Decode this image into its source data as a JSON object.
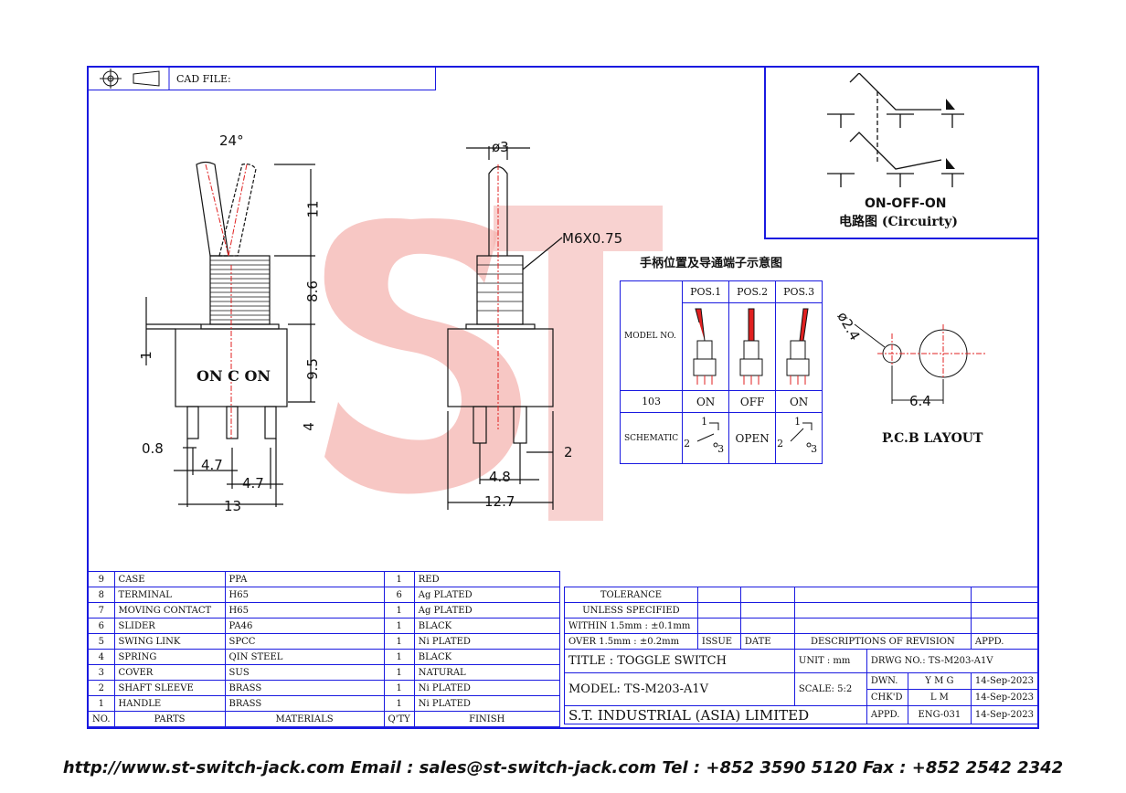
{
  "header": {
    "cad_label": "CAD FILE:"
  },
  "circuit": {
    "title": "ON-OFF-ON",
    "subtitle": "电路图 (Circuirty)"
  },
  "drawing": {
    "angle": "24°",
    "dim_11": "11",
    "dim_8_6": "8.6",
    "dim_1": "1",
    "dim_9_5": "9.5",
    "dim_4": "4",
    "dim_0_8": "0.8",
    "dim_4_7a": "4.7",
    "dim_4_7b": "4.7",
    "dim_13": "13",
    "pos_label": "ON C ON",
    "dim_phi3": "ø3",
    "thread": "M6X0.75",
    "dim_2": "2",
    "dim_4_8": "4.8",
    "dim_12_7": "12.7"
  },
  "position_table": {
    "title": "手柄位置及导通端子示意图",
    "model_label": "MODEL NO.",
    "headers": [
      "POS.1",
      "POS.2",
      "POS.3"
    ],
    "model": "103",
    "states": [
      "ON",
      "OFF",
      "ON"
    ],
    "schematic_label": "SCHEMATIC",
    "open_label": "OPEN",
    "pin_numbers": [
      "1",
      "2",
      "3"
    ]
  },
  "pcb": {
    "dia": "ø2.4",
    "spacing": "6.4",
    "label": "P.C.B LAYOUT"
  },
  "bom": {
    "rows": [
      {
        "no": "9",
        "part": "CASE",
        "material": "PPA",
        "qty": "1",
        "finish": "RED"
      },
      {
        "no": "8",
        "part": "TERMINAL",
        "material": "H65",
        "qty": "6",
        "finish": "Ag PLATED"
      },
      {
        "no": "7",
        "part": "MOVING CONTACT",
        "material": "H65",
        "qty": "1",
        "finish": "Ag PLATED"
      },
      {
        "no": "6",
        "part": "SLIDER",
        "material": "PA46",
        "qty": "1",
        "finish": "BLACK"
      },
      {
        "no": "5",
        "part": "SWING LINK",
        "material": "SPCC",
        "qty": "1",
        "finish": "Ni PLATED"
      },
      {
        "no": "4",
        "part": "SPRING",
        "material": "QIN STEEL",
        "qty": "1",
        "finish": "BLACK"
      },
      {
        "no": "3",
        "part": "COVER",
        "material": "SUS",
        "qty": "1",
        "finish": "NATURAL"
      },
      {
        "no": "2",
        "part": "SHAFT SLEEVE",
        "material": "BRASS",
        "qty": "1",
        "finish": "Ni PLATED"
      },
      {
        "no": "1",
        "part": "HANDLE",
        "material": "BRASS",
        "qty": "1",
        "finish": "Ni PLATED"
      }
    ],
    "headers": {
      "no": "NO.",
      "part": "PARTS",
      "material": "MATERIALS",
      "qty": "Q'TY",
      "finish": "FINISH"
    }
  },
  "title_block": {
    "tolerance": "TOLERANCE",
    "unless": "UNLESS   SPECIFIED",
    "within": "WITHIN  1.5mm : ±0.1mm",
    "over": "OVER    1.5mm : ±0.2mm",
    "issue": "ISSUE",
    "date": "DATE",
    "desc": "DESCRIPTIONS  OF  REVISION",
    "appd": "APPD.",
    "title": "TITLE : TOGGLE SWITCH",
    "unit": "UNIT :   mm",
    "drwg": "DRWG NO.: TS-M203-A1V",
    "model": "MODEL: TS-M203-A1V",
    "scale": "SCALE:  5:2",
    "dwn_label": "DWN.",
    "dwn": "Y M G",
    "dwn_date": "14-Sep-2023",
    "chkd_label": "CHK'D",
    "chkd": "L M",
    "chkd_date": "14-Sep-2023",
    "company": "S.T.  INDUSTRIAL  (ASIA)  LIMITED",
    "appd_label": "APPD.",
    "appd_val": "ENG-031",
    "appd_date": "14-Sep-2023"
  },
  "footer": {
    "text": "http://www.st-switch-jack.com  Email : sales@st-switch-jack.com  Tel : +852 3590 5120  Fax : +852 2542 2342"
  },
  "colors": {
    "frame": "#1a1ae0",
    "watermark": "#f4b4b0",
    "handle_red": "#e02020"
  }
}
